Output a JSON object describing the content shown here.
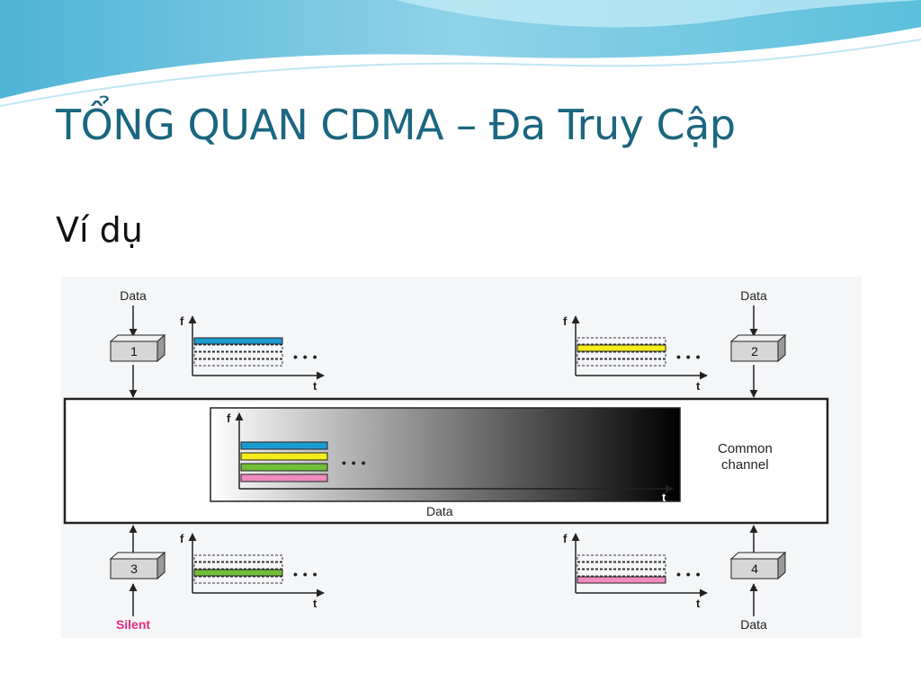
{
  "slide": {
    "title": "TỔNG QUAN CDMA – Đa Truy Cập",
    "subtitle": "Ví dụ"
  },
  "diagram": {
    "common_channel_label_line1": "Common",
    "common_channel_label_line2": "channel",
    "channel_data_label": "Data",
    "ellipsis": "• • •",
    "axis_f": "f",
    "axis_t": "t",
    "stations": [
      {
        "number": "1",
        "input_label": "Data",
        "input_color": "#222222",
        "band_color": "#1c9bd0",
        "band_slot": 0
      },
      {
        "number": "2",
        "input_label": "Data",
        "input_color": "#222222",
        "band_color": "#f5ec1a",
        "band_slot": 1
      },
      {
        "number": "3",
        "input_label": "Silent",
        "input_color": "#e8287f",
        "band_color": "#71bf3a",
        "band_slot": 2
      },
      {
        "number": "4",
        "input_label": "Data",
        "input_color": "#222222",
        "band_color": "#f08bc0",
        "band_slot": 3
      }
    ],
    "combined_band_colors": [
      "#1c9bd0",
      "#f5ec1a",
      "#71bf3a",
      "#f08bc0"
    ]
  }
}
